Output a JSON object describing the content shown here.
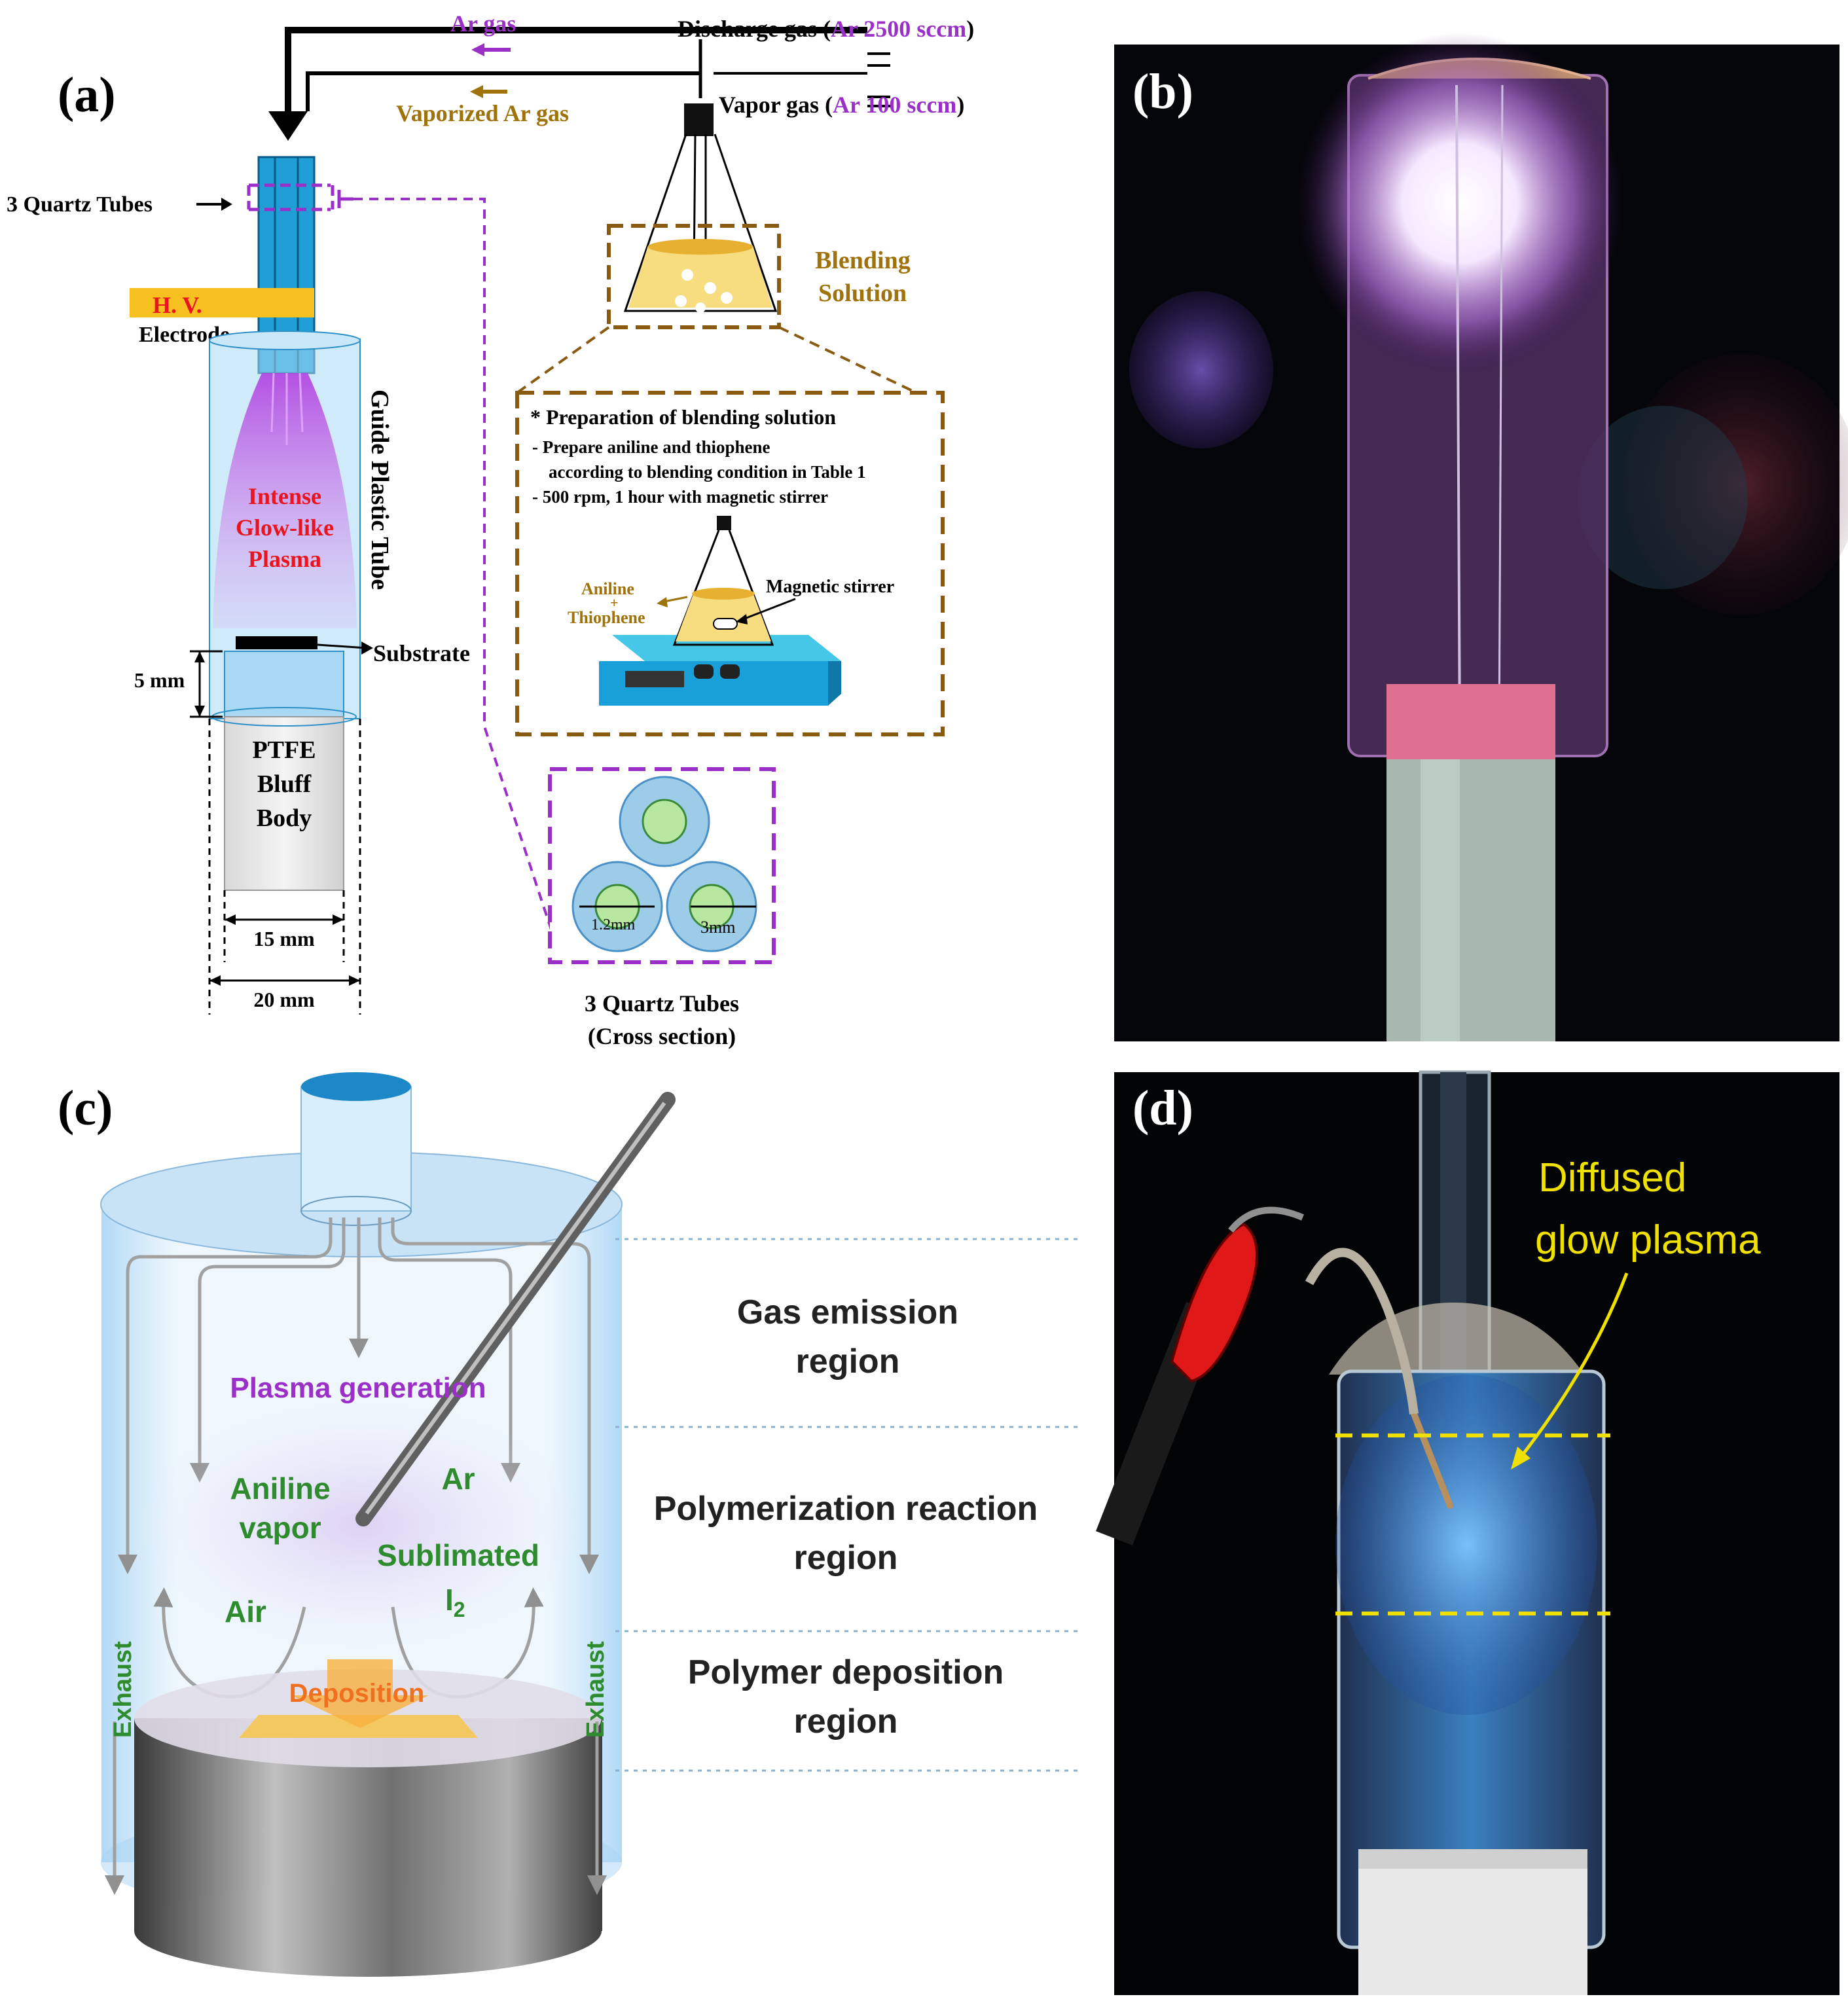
{
  "panel_a": {
    "label": "(a)",
    "ar_gas": "Ar gas",
    "discharge_gas_prefix": "Discharge gas (",
    "discharge_gas_value": "Ar 2500 sccm",
    "discharge_gas_suffix": ")",
    "vaporized_ar_gas": "Vaporized Ar gas",
    "vapor_gas_prefix": "Vapor gas (",
    "vapor_gas_value": "Ar 100 sccm",
    "vapor_gas_suffix": ")",
    "quartz_tubes": "3 Quartz Tubes",
    "hv": "H. V.",
    "electrode": "Electrode",
    "guide_tube": "Guide Plastic Tube",
    "plasma_line1": "Intense",
    "plasma_line2": "Glow-like",
    "plasma_line3": "Plasma",
    "substrate": "Substrate",
    "gap": "5 mm",
    "ptfe_line1": "PTFE",
    "ptfe_line2": "Bluff",
    "ptfe_line3": "Body",
    "dim_15": "15 mm",
    "dim_20": "20 mm",
    "blending_line1": "Blending",
    "blending_line2": "Solution",
    "prep_title": "* Preparation of blending solution",
    "prep_line1": "- Prepare aniline and thiophene",
    "prep_line2": "according to blending condition in Table 1",
    "prep_line3": "- 500 rpm, 1 hour with magnetic stirrer",
    "aniline": "Aniline",
    "plus": "+",
    "thiophene": "Thiophene",
    "magnetic_stirrer": "Magnetic stirrer",
    "dim_12": "1.2mm",
    "dim_3": "3mm",
    "cross_line1": "3 Quartz Tubes",
    "cross_line2": "(Cross section)"
  },
  "panel_b": {
    "label": "(b)"
  },
  "panel_c": {
    "label": "(c)",
    "plasma_generation": "Plasma generation",
    "aniline_line1": "Aniline",
    "aniline_line2": "vapor",
    "ar": "Ar",
    "sublimated": "Sublimated",
    "i2": "I",
    "i2_sub": "2",
    "air": "Air",
    "deposition": "Deposition",
    "exhaust_left": "Exhaust",
    "exhaust_right": "Exhaust",
    "region1_line1": "Gas emission",
    "region1_line2": "region",
    "region2_line1": "Polymerization reaction",
    "region2_line2": "region",
    "region3_line1": "Polymer deposition",
    "region3_line2": "region"
  },
  "panel_d": {
    "label": "(d)",
    "annotation_line1": "Diffused",
    "annotation_line2": "glow plasma"
  },
  "colors": {
    "purple": "#9b30c8",
    "brown": "#a0720a",
    "green": "#2e8b2e",
    "red": "#e8141e",
    "quartz_blue": "#1f9fd6",
    "yellow_annotation": "#f0e000"
  }
}
